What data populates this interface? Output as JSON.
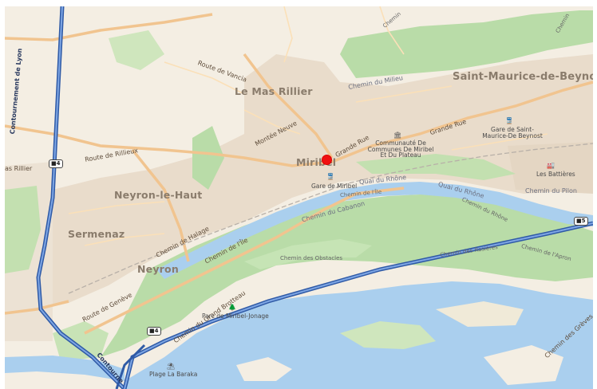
{
  "map": {
    "places": {
      "saint_maurice": "Saint-Maurice-de-Beynost",
      "le_mas_rillier": "Le Mas Rillier",
      "miribel": "Miribel",
      "neyron_le_haut": "Neyron-le-Haut",
      "sermenaz": "Sermenaz",
      "neyron": "Neyron",
      "mas_rillier_edge": "as Rillier"
    },
    "roads": {
      "route_de_vancia": "Route de Vancia",
      "chemin_du_milieu": "Chemin du Milieu",
      "montee_neuve": "Montée Neuve",
      "grande_rue_1": "Grande Rue",
      "grande_rue_2": "Grande Rue",
      "route_de_rillieux": "Route de Rillieux",
      "quai_du_rhone_1": "Quai du Rhône",
      "quai_du_rhone_2": "Quai du Rhône",
      "chemin_du_cabanon": "Chemin du Cabanon",
      "chemin_du_pilon": "Chemin du Pilon",
      "chemin_de_halage": "Chemin de Halage",
      "chemin_de_lile_1": "Chemin de l'Île",
      "chemin_de_lile_2": "Chemin de l'Île",
      "route_de_geneve": "Route de Genève",
      "chemin_du_grand_brotteau": "Chemin du Grand Brotteau",
      "chemin_des_obstacles": "Chemin des Obstacles",
      "chemin_des_rosieres": "Chemin des Rosières",
      "chemin_de_lapron": "Chemin de l'Apron",
      "chemin_des_greves": "Chemin des Grèves",
      "chemin_du_rhone": "Chemin du Rhône",
      "contournement_de_lyon": "Contournement de Lyon",
      "contournement_bottom": "Contourne",
      "chemin_top": "Chemin",
      "chemin_top_right": "Chemin"
    },
    "pois": {
      "communaute": "Communauté De Communes De Miribel Et Du Plateau",
      "gare_st_maurice": "Gare de Saint-Maurice-De Beynost",
      "les_battieres": "Les Battières",
      "gare_miribel": "Gare de Miribel",
      "parc": "Parc de Miribel-Jonage",
      "plage": "Plage La Baraka"
    },
    "shields": {
      "a4_left": "4",
      "a4_bottom": "4",
      "a5_right": "5"
    },
    "colors": {
      "land": "#f4eee3",
      "urban": "#e9dccb",
      "water": "#aacfee",
      "forest": "#b9dca8",
      "motorway": "#4a78c8",
      "major_road": "#f1c48f",
      "marker": "#f01010"
    }
  }
}
